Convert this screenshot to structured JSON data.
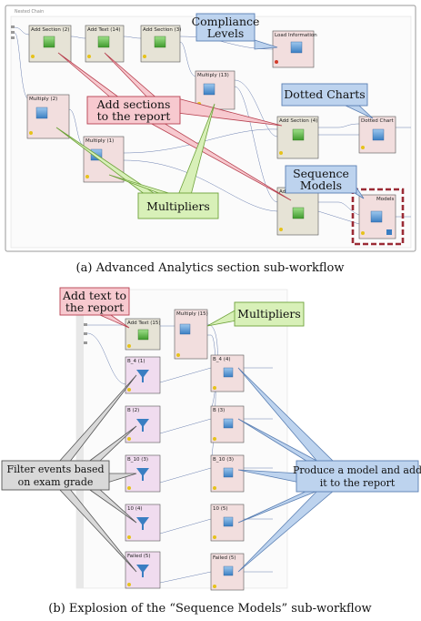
{
  "panel_a": {
    "container_label": "Nested Chain",
    "caption": "(a) Advanced Analytics section sub-workflow",
    "operators": {
      "add_section_2": "Add Section (2)",
      "add_text_14": "Add Text (14)",
      "add_section_3": "Add Section (3)",
      "load_information": "Load Information",
      "multiply_13": "Multiply (13)",
      "multiply_2": "Multiply (2)",
      "multiply_1": "Multiply (1)",
      "add_section_4": "Add Section (4)",
      "dotted_chart": "Dotted Chart",
      "add_section_5": "Add Section",
      "sequence_models": "Models"
    },
    "callouts": {
      "compliance_levels": "Compliance\nLevels",
      "add_sections": "Add sections\nto the report",
      "dotted_charts": "Dotted Charts",
      "sequence_models": "Sequence\nModels",
      "multipliers": "Multipliers"
    }
  },
  "panel_b": {
    "caption": "(b) Explosion of the “Sequence Models” sub-workflow",
    "operators": {
      "add_text_15": "Add Text (15)",
      "multiply_15": "Multiply (15)",
      "filter_1": "B_4 (1)",
      "filter_2": "B (2)",
      "filter_3": "B_10 (3)",
      "filter_4": "10 (4)",
      "filter_5": "Failed (5)",
      "model_1": "B_4 (4)",
      "model_2": "B (3)",
      "model_3": "B_10 (3)",
      "model_4": "10 (5)",
      "model_5": "Failed (5)"
    },
    "callouts": {
      "add_text": "Add text to\nthe report",
      "multipliers": "Multipliers",
      "filter_events": "Filter events based\non exam grade",
      "produce_model": "Produce a model and add\nit to the report"
    }
  },
  "colors": {
    "callout_red_fill": "#f7c9cf",
    "callout_red_stroke": "#b7404f",
    "callout_green_fill": "#d8f0b8",
    "callout_green_stroke": "#6ea23a",
    "callout_blue_fill": "#bdd3ee",
    "callout_blue_stroke": "#5a7fb3",
    "callout_gray_fill": "#d9d9d9",
    "callout_gray_stroke": "#555555",
    "node_beige": "#e6e3d6",
    "node_pink": "#f2dede",
    "node_violet": "#f0dcef",
    "highlight_dashed": "#9b2b35"
  }
}
